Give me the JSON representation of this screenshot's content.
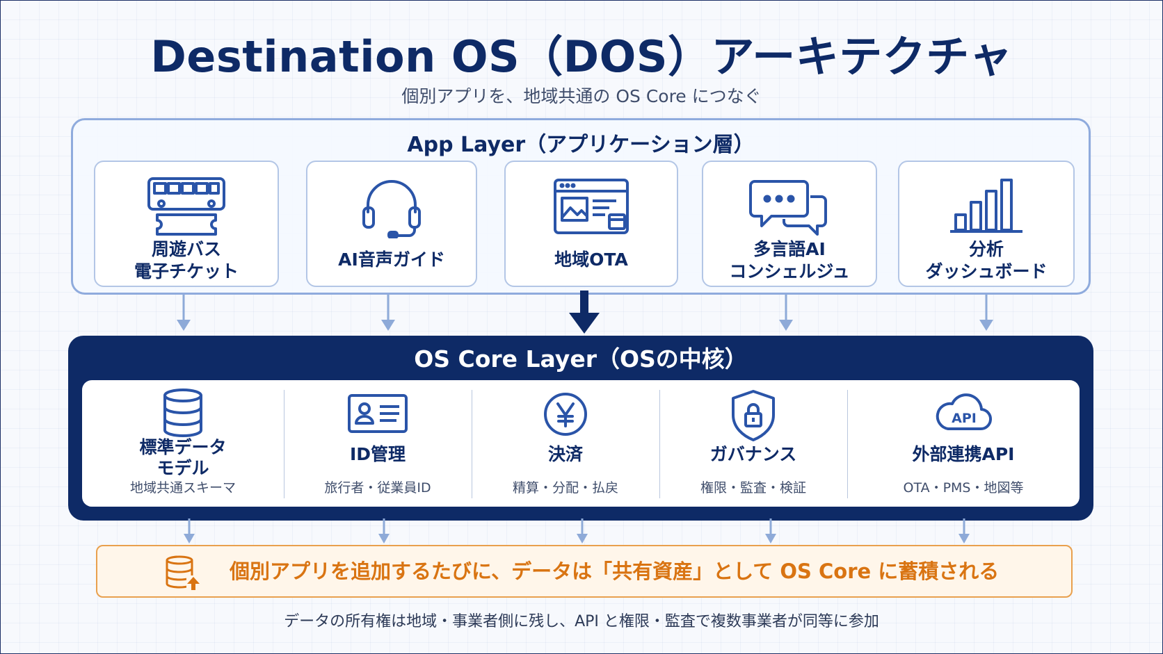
{
  "title": "Destination OS（DOS）アーキテクチャ",
  "subtitle": "個別アプリを、地域共通の OS Core につなぐ",
  "app_layer": {
    "title": "App Layer（アプリケーション層）",
    "cards": [
      {
        "icon": "bus-ticket-icon",
        "line1": "周遊バス",
        "line2": "電子チケット"
      },
      {
        "icon": "headset-icon",
        "line1": "AI音声ガイド",
        "line2": ""
      },
      {
        "icon": "browser-window-icon",
        "line1": "地域OTA",
        "line2": ""
      },
      {
        "icon": "chat-bubbles-icon",
        "line1": "多言語AI",
        "line2": "コンシェルジュ"
      },
      {
        "icon": "bar-chart-icon",
        "line1": "分析",
        "line2": "ダッシュボード"
      }
    ]
  },
  "core_layer": {
    "title": "OS Core Layer（OSの中核）",
    "items": [
      {
        "icon": "database-icon",
        "line1": "標準データ",
        "line2": "モデル",
        "sub": "地域共通スキーマ"
      },
      {
        "icon": "id-card-icon",
        "line1": "ID管理",
        "line2": "",
        "sub": "旅行者・従業員ID"
      },
      {
        "icon": "yen-coin-icon",
        "line1": "決済",
        "line2": "",
        "sub": "精算・分配・払戻"
      },
      {
        "icon": "shield-lock-icon",
        "line1": "ガバナンス",
        "line2": "",
        "sub": "権限・監査・検証"
      },
      {
        "icon": "api-cloud-icon",
        "line1": "外部連携API",
        "line2": "",
        "sub": "OTA・PMS・地図等",
        "icon_text": "API"
      }
    ]
  },
  "banner": {
    "icon": "database-upload-icon",
    "text": "個別アプリを追加するたびに、データは「共有資産」として OS Core に蓄積される"
  },
  "footnote": "データの所有権は地域・事業者側に残し、API と権限・監査で複数事業者が同等に参加",
  "colors": {
    "navy": "#0e2a66",
    "icon_blue": "#2a54a8",
    "light_border": "#8fabdd",
    "arrow_light": "#8eaad8",
    "orange": "#d97412",
    "orange_border": "#e9a04d"
  }
}
